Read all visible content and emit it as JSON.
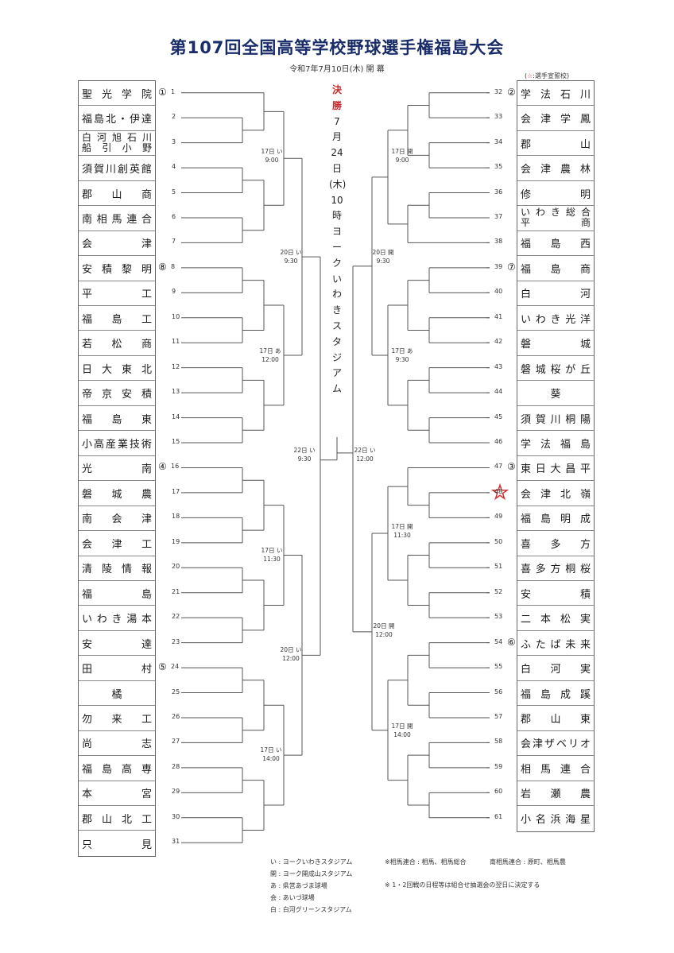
{
  "title": "第107回全国高等学校野球選手権福島大会",
  "subtitle": "令和7年7月10日(木) 開 幕",
  "note_top": {
    "star": "☆",
    "text": ":選手宣誓校",
    "open": "(",
    "close": ")"
  },
  "final": {
    "lines": [
      "決",
      "勝",
      "7",
      "月",
      "24",
      "日",
      "(木)",
      "10",
      "時",
      "ヨ",
      "ー",
      "ク",
      "い",
      "わ",
      "き",
      "ス",
      "タ",
      "ジ",
      "ア",
      "ム"
    ]
  },
  "left_teams": [
    {
      "no": "1",
      "name": "聖光学院",
      "seed": "①"
    },
    {
      "no": "2",
      "name": "福島北・伊達"
    },
    {
      "no": "3",
      "name": "白河旭石川",
      "name2": "船引小野"
    },
    {
      "no": "4",
      "name": "須賀川創英館"
    },
    {
      "no": "5",
      "name": "郡山商"
    },
    {
      "no": "6",
      "name": "南相馬連合"
    },
    {
      "no": "7",
      "name": "会津"
    },
    {
      "no": "8",
      "name": "安積黎明",
      "seed": "⑧"
    },
    {
      "no": "9",
      "name": "平工"
    },
    {
      "no": "10",
      "name": "福島工"
    },
    {
      "no": "11",
      "name": "若松商"
    },
    {
      "no": "12",
      "name": "日大東北"
    },
    {
      "no": "13",
      "name": "帝京安積"
    },
    {
      "no": "14",
      "name": "福島東"
    },
    {
      "no": "15",
      "name": "小高産業技術"
    },
    {
      "no": "16",
      "name": "光南",
      "seed": "④"
    },
    {
      "no": "17",
      "name": "磐城農"
    },
    {
      "no": "18",
      "name": "南会津"
    },
    {
      "no": "19",
      "name": "会津工"
    },
    {
      "no": "20",
      "name": "清陵情報"
    },
    {
      "no": "21",
      "name": "福島"
    },
    {
      "no": "22",
      "name": "いわき湯本"
    },
    {
      "no": "23",
      "name": "安達"
    },
    {
      "no": "24",
      "name": "田村",
      "seed": "⑤"
    },
    {
      "no": "25",
      "name": "橘",
      "center": true
    },
    {
      "no": "26",
      "name": "勿来工"
    },
    {
      "no": "27",
      "name": "尚志"
    },
    {
      "no": "28",
      "name": "福島高専"
    },
    {
      "no": "29",
      "name": "本宮"
    },
    {
      "no": "30",
      "name": "郡山北工"
    },
    {
      "no": "31",
      "name": "只見"
    }
  ],
  "right_teams": [
    {
      "no": "32",
      "name": "学法石川",
      "seed": "②"
    },
    {
      "no": "33",
      "name": "会津学鳳"
    },
    {
      "no": "34",
      "name": "郡山"
    },
    {
      "no": "35",
      "name": "会津農林"
    },
    {
      "no": "36",
      "name": "修明"
    },
    {
      "no": "37",
      "name": "いわき総合",
      "name2": "平商"
    },
    {
      "no": "38",
      "name": "福島西"
    },
    {
      "no": "39",
      "name": "福島商",
      "seed": "⑦"
    },
    {
      "no": "40",
      "name": "白河"
    },
    {
      "no": "41",
      "name": "いわき光洋"
    },
    {
      "no": "42",
      "name": "磐城"
    },
    {
      "no": "43",
      "name": "磐城桜が丘"
    },
    {
      "no": "44",
      "name": "葵",
      "center": true
    },
    {
      "no": "45",
      "name": "須賀川桐陽"
    },
    {
      "no": "46",
      "name": "学法福島"
    },
    {
      "no": "47",
      "name": "東日大昌平",
      "seed": "③"
    },
    {
      "no": "48",
      "name": "会津北嶺",
      "star": true
    },
    {
      "no": "49",
      "name": "福島明成"
    },
    {
      "no": "50",
      "name": "喜多方"
    },
    {
      "no": "51",
      "name": "喜多方桐桜"
    },
    {
      "no": "52",
      "name": "安積"
    },
    {
      "no": "53",
      "name": "二本松実"
    },
    {
      "no": "54",
      "name": "ふたば未来",
      "seed": "⑥"
    },
    {
      "no": "55",
      "name": "白河実"
    },
    {
      "no": "56",
      "name": "福島成蹊"
    },
    {
      "no": "57",
      "name": "郡山東"
    },
    {
      "no": "58",
      "name": "会津ザベリオ"
    },
    {
      "no": "59",
      "name": "相馬連合"
    },
    {
      "no": "60",
      "name": "岩瀬農"
    },
    {
      "no": "61",
      "name": "小名浜海星"
    }
  ],
  "schedule_labels": [
    {
      "id": "l17a",
      "line1": "17日 い",
      "line2": "9:00"
    },
    {
      "id": "l20a",
      "line1": "20日 い",
      "line2": "9:30"
    },
    {
      "id": "l17b",
      "line1": "17日 あ",
      "line2": "12:00"
    },
    {
      "id": "l22a",
      "line1": "22日 い",
      "line2": "9:30"
    },
    {
      "id": "l17c",
      "line1": "17日 い",
      "line2": "11:30"
    },
    {
      "id": "l20b",
      "line1": "20日 い",
      "line2": "12:00"
    },
    {
      "id": "l17d",
      "line1": "17日 い",
      "line2": "14:00"
    },
    {
      "id": "r17a",
      "line1": "17日 開",
      "line2": "9:00"
    },
    {
      "id": "r20a",
      "line1": "20日 開",
      "line2": "9:30"
    },
    {
      "id": "r17b",
      "line1": "17日 あ",
      "line2": "9:30"
    },
    {
      "id": "r22a",
      "line1": "22日 い",
      "line2": "12:00"
    },
    {
      "id": "r17c",
      "line1": "17日 開",
      "line2": "11:30"
    },
    {
      "id": "r20b",
      "line1": "20日 開",
      "line2": "12:00"
    },
    {
      "id": "r17d",
      "line1": "17日 開",
      "line2": "14:00"
    }
  ],
  "legend_venues": [
    "い : ヨークいわきスタジアム",
    "開 : ヨーク開成山スタジアム",
    "あ : 県営あづま球場",
    "会 : あいづ球場",
    "白 : 白河グリーンスタジアム"
  ],
  "legend_notes": {
    "soma": "※相馬連合 : 相馬、相馬総合",
    "minamisoma": "南相馬連合 : 原町、相馬農",
    "schedule": "※ 1・2回戦の日程等は組合せ抽選会の翌日に決定する"
  },
  "colors": {
    "title": "#1a2d6b",
    "final_accent": "#c8282a",
    "line": "#555555",
    "star": "#d33333"
  }
}
